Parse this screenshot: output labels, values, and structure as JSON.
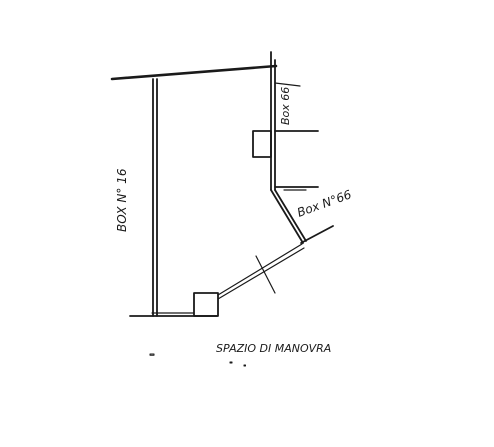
{
  "labels": {
    "box_16": "BOX N° 16",
    "box_66_upper": "Box 66",
    "box_66_lower": "Box N°66",
    "maneuver_space": "SPAZIO DI MANOVRA"
  }
}
